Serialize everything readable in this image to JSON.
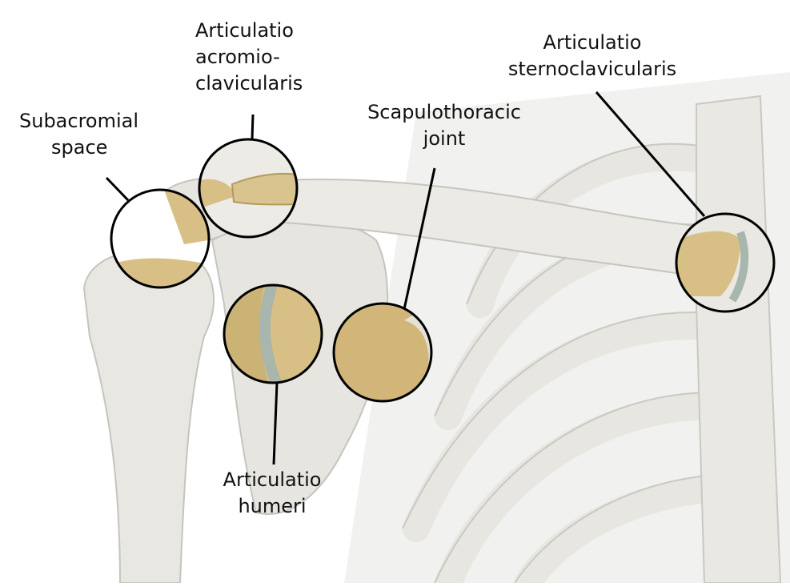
{
  "labels": {
    "subacromial": [
      "Subacromial",
      "space"
    ],
    "acromioclavicular": [
      "Articulatio",
      "acromio-",
      "clavicularis"
    ],
    "scapulothoracic": [
      "Scapulothoracic",
      "joint"
    ],
    "sternoclavicular": [
      "Articulatio",
      "sternoclavicularis"
    ],
    "humeri": [
      "Articulatio",
      "humeri"
    ]
  },
  "colors": {
    "bone_light": "#ecebe6",
    "bone_shade": "#cfcec8",
    "background_wash": "#f4f4f2",
    "joint_fill": "#d7bf86",
    "joint_shadow": "#b49a5c",
    "cartilage": "#a9b6ad",
    "ring": "#000000"
  }
}
